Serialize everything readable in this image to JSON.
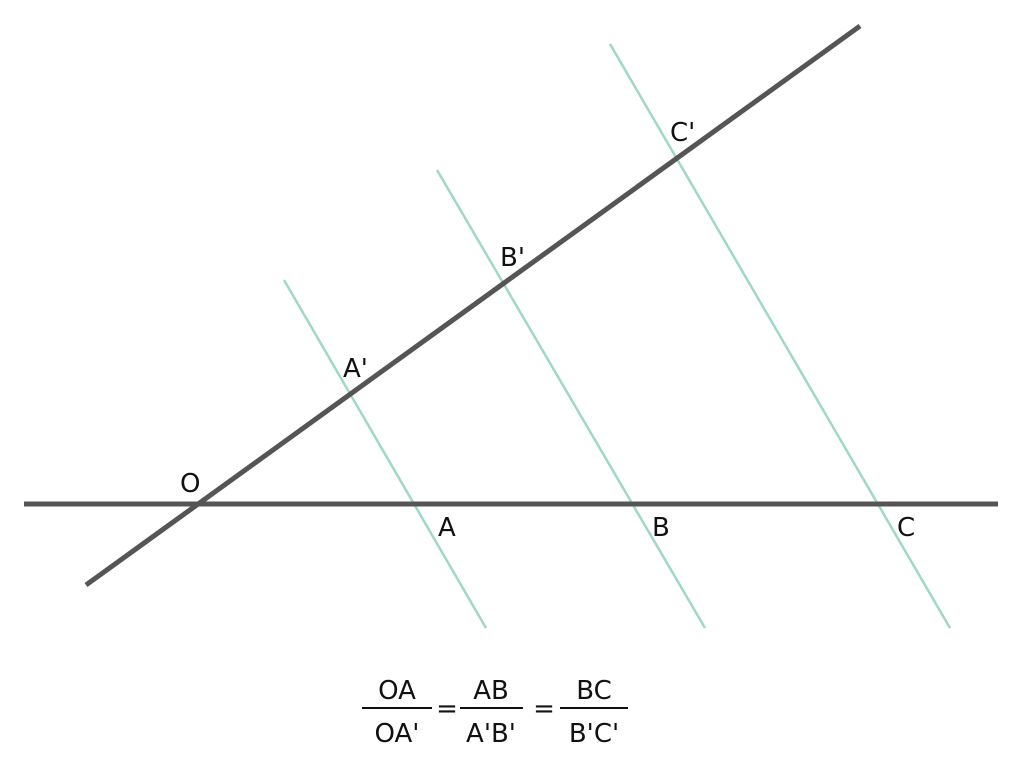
{
  "colors": {
    "main_line": "#555555",
    "parallel_line": "#9fd8c8",
    "text": "#111111",
    "background": "#ffffff"
  },
  "points": {
    "O": "O",
    "A": "A",
    "B": "B",
    "C": "C",
    "A_prime": "A'",
    "B_prime": "B'",
    "C_prime": "C'"
  },
  "equation": {
    "fraction1": {
      "numerator": "OA",
      "denominator": "OA'"
    },
    "fraction2": {
      "numerator": "AB",
      "denominator": "A'B'"
    },
    "fraction3": {
      "numerator": "BC",
      "denominator": "B'C'"
    },
    "equals": "="
  }
}
